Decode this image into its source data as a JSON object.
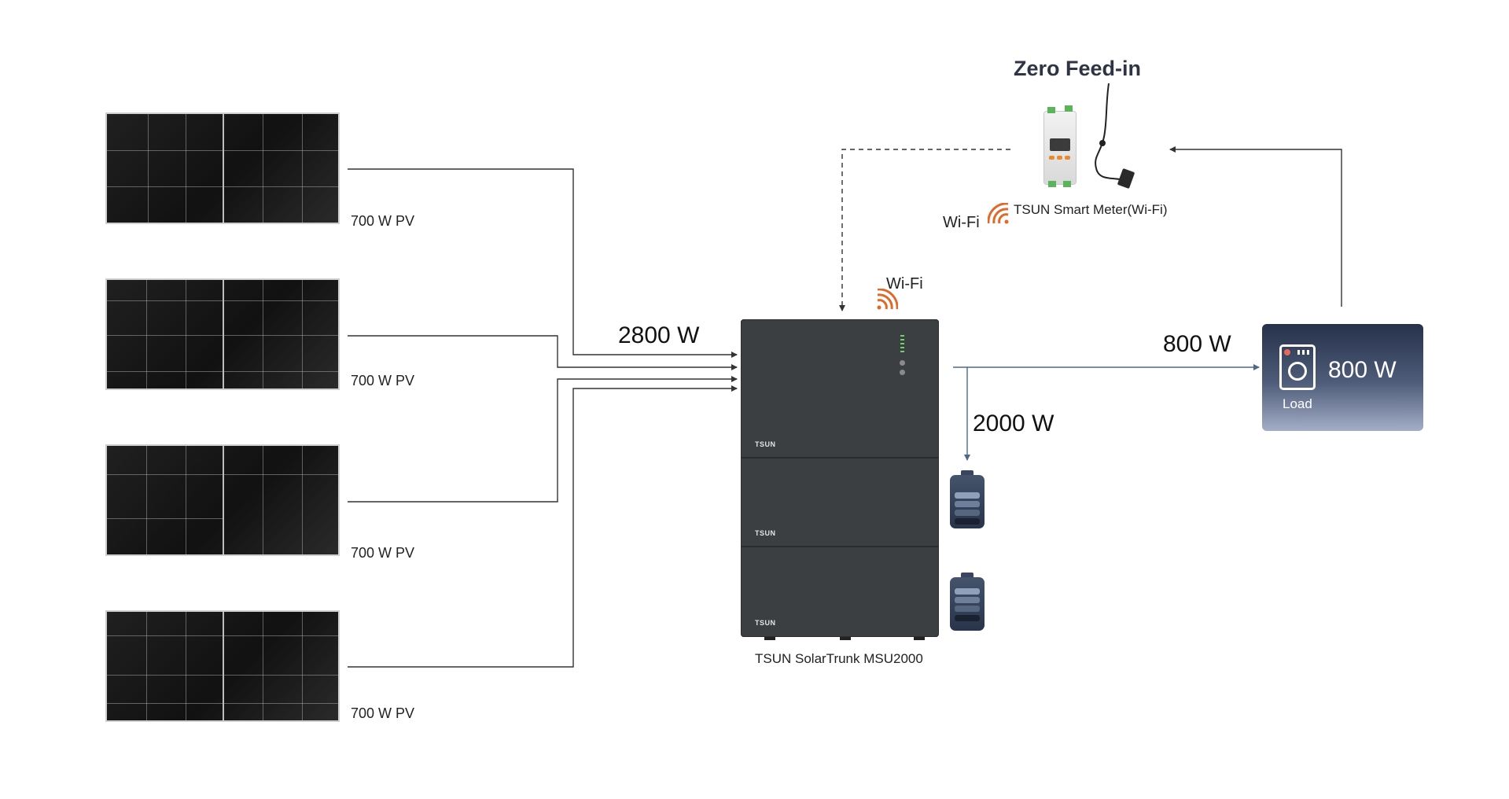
{
  "diagram": {
    "title": "Zero Feed-in",
    "pv_panels": [
      {
        "label": "700 W PV"
      },
      {
        "label": "700 W PV"
      },
      {
        "label": "700 W PV"
      },
      {
        "label": "700 W PV"
      }
    ],
    "pv_total_flow": "2800 W",
    "inverter": {
      "name": "TSUN SolarTrunk MSU2000",
      "wifi_label": "Wi-Fi",
      "logo_text": "TSUN"
    },
    "smart_meter": {
      "name": "TSUN Smart Meter(Wi-Fi)",
      "wifi_label": "Wi-Fi"
    },
    "battery_flow": "2000 W",
    "load_flow": "800 W",
    "load": {
      "value": "800 W",
      "label": "Load",
      "icon": "washing-machine-icon"
    },
    "colors": {
      "wifi": "#e0692a",
      "inverter": "#3c3f42",
      "load_box_top": "#26314a",
      "load_box_bottom": "#a3adc6",
      "line": "#333333",
      "load_line": "#4a6a8a"
    }
  }
}
